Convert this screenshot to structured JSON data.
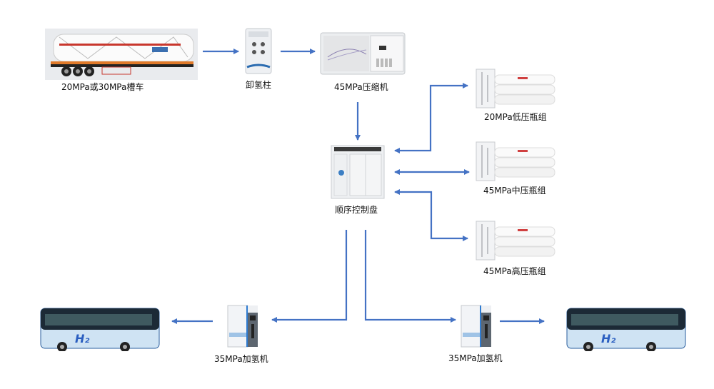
{
  "diagram": {
    "nodes": {
      "tube_trailer": {
        "label": "20MPa或30MPa槽车",
        "icon": "tube-trailer-icon"
      },
      "unloading_post": {
        "label": "卸氢柱",
        "icon": "unloading-post-icon"
      },
      "compressor": {
        "label": "45MPa压缩机",
        "icon": "compressor-icon"
      },
      "sequence_panel": {
        "label": "顺序控制盘",
        "icon": "control-cabinet-icon"
      },
      "low_pressure_bank": {
        "label": "20MPa低压瓶组",
        "icon": "cylinder-bank-icon"
      },
      "mid_pressure_bank": {
        "label": "45MPa中压瓶组",
        "icon": "cylinder-bank-icon"
      },
      "high_pressure_bank": {
        "label": "45MPa高压瓶组",
        "icon": "cylinder-bank-icon"
      },
      "dispenser_left": {
        "label": "35MPa加氢机",
        "icon": "dispenser-icon"
      },
      "dispenser_right": {
        "label": "35MPa加氢机",
        "icon": "dispenser-icon"
      },
      "bus_left": {
        "label": "",
        "icon": "hydrogen-bus-icon"
      },
      "bus_right": {
        "label": "",
        "icon": "hydrogen-bus-icon"
      }
    },
    "edges": [
      {
        "from": "tube_trailer",
        "to": "unloading_post",
        "direction": "forward"
      },
      {
        "from": "unloading_post",
        "to": "compressor",
        "direction": "forward"
      },
      {
        "from": "compressor",
        "to": "sequence_panel",
        "direction": "forward"
      },
      {
        "from": "low_pressure_bank",
        "to": "sequence_panel",
        "direction": "bidirectional"
      },
      {
        "from": "mid_pressure_bank",
        "to": "sequence_panel",
        "direction": "bidirectional"
      },
      {
        "from": "high_pressure_bank",
        "to": "sequence_panel",
        "direction": "bidirectional"
      },
      {
        "from": "sequence_panel",
        "to": "dispenser_left",
        "direction": "forward"
      },
      {
        "from": "sequence_panel",
        "to": "dispenser_right",
        "direction": "forward"
      },
      {
        "from": "dispenser_left",
        "to": "bus_left",
        "direction": "forward"
      },
      {
        "from": "dispenser_right",
        "to": "bus_right",
        "direction": "forward"
      }
    ],
    "colors": {
      "arrow": "#4472c4",
      "text": "#111111"
    }
  }
}
